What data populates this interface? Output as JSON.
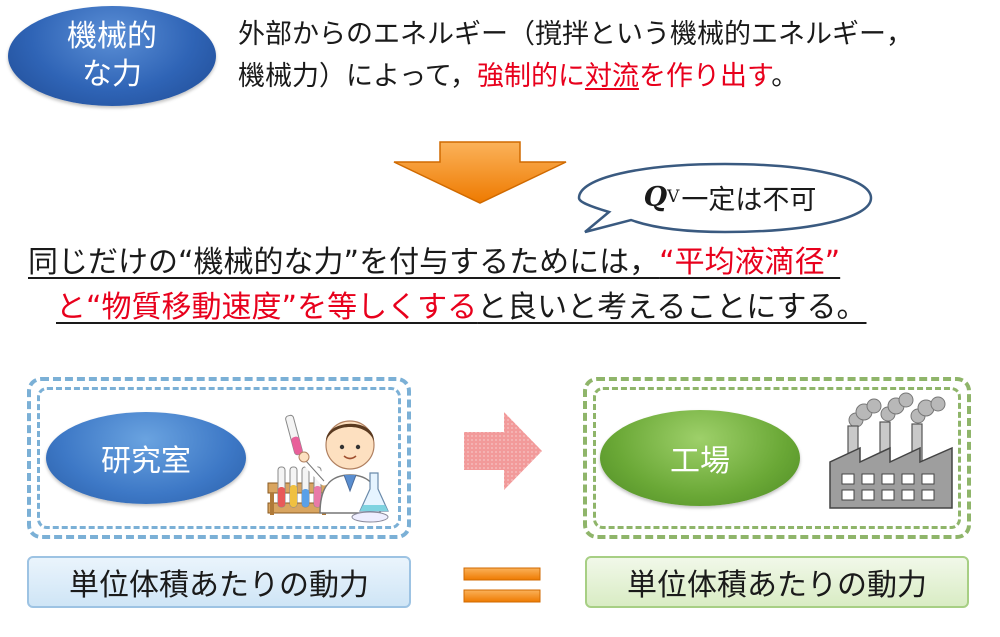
{
  "badge": {
    "line1": "機械的",
    "line2": "な力"
  },
  "intro": {
    "line1": "外部からのエネルギー（撹拌という機械的エネルギー，",
    "line2_a": "機械力）によって，",
    "line2_b": "強制的に",
    "line2_c": "対流",
    "line2_d": "を作り出す",
    "line2_e": "。"
  },
  "bubble": {
    "q": "Q",
    "sub": "V",
    "text": "一定は不可"
  },
  "main": {
    "line1_a": "同じだけの“機械的な力”を付与するためには，",
    "line1_b": "“平均液滴径”",
    "line2_a": "と“物質移動速度”を等しくする",
    "line2_b": "と良いと考えることにする。"
  },
  "left": {
    "label": "研究室",
    "bottom": "単位体積あたりの動力"
  },
  "right": {
    "label": "工場",
    "bottom": "単位体積あたりの動力"
  },
  "colors": {
    "red": "#e8001c",
    "orange": "#f08a00",
    "blue": "#2f64b6",
    "green": "#6aa836"
  },
  "icons": [
    "scientist-illustration-icon",
    "factory-icon",
    "right-arrow-icon",
    "down-arrow-icon",
    "equals-icon"
  ]
}
